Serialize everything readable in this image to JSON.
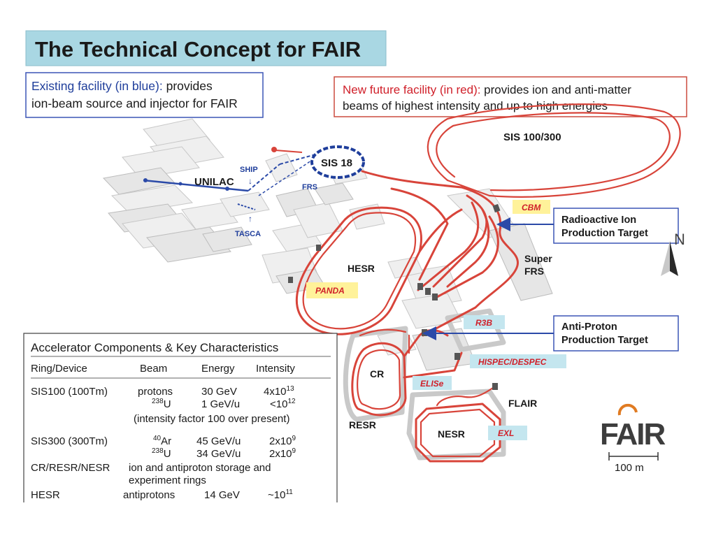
{
  "title": "The Technical Concept for FAIR",
  "existing": {
    "highlight": "Existing facility (in blue):",
    "rest1": " provides",
    "line2": "ion-beam source and injector for FAIR"
  },
  "future": {
    "highlight": "New future facility (in red):",
    "rest1": " provides ion and anti-matter",
    "line2": "beams of highest intensity and up to high energies"
  },
  "labels": {
    "sis100": "SIS 100/300",
    "sis18": "SIS 18",
    "unilac": "UNILAC",
    "ship": "SHIP",
    "tasca": "TASCA",
    "frs": "FRS",
    "hesr": "HESR",
    "super_frs_1": "Super",
    "super_frs_2": "FRS",
    "cr": "CR",
    "resr": "RESR",
    "nesr": "NESR",
    "flair": "FLAIR",
    "north": "N",
    "scale": "100 m",
    "logo": "FAIR"
  },
  "tags": {
    "cbm": "CBM",
    "panda": "PANDA",
    "r3b": "R3B",
    "hispec": "HISPEC/DESPEC",
    "elise": "ELISe",
    "exl": "EXL"
  },
  "callouts": {
    "radioactive_1": "Radioactive Ion",
    "radioactive_2": "Production Target",
    "antiproton_1": "Anti-Proton",
    "antiproton_2": "Production Target"
  },
  "table": {
    "title": "Accelerator Components & Key Characteristics",
    "headers": [
      "Ring/Device",
      "Beam",
      "Energy",
      "Intensity"
    ],
    "sis100": {
      "name": "SIS100 (100Tm)",
      "beam1": "protons",
      "energy1": "30 GeV",
      "int1_base": "4x10",
      "int1_exp": "13",
      "beam2_sup": "238",
      "beam2": "U",
      "energy2": "1 GeV/u",
      "int2_base": "<10",
      "int2_exp": "12",
      "note": "(intensity factor 100 over present)"
    },
    "sis300": {
      "name": "SIS300 (300Tm)",
      "beam1_sup": "40",
      "beam1": "Ar",
      "energy1": "45 GeV/u",
      "int1_base": "2x10",
      "int1_exp": "9",
      "beam2_sup": "238",
      "beam2": "U",
      "energy2": "34 GeV/u",
      "int2_base": "2x10",
      "int2_exp": "9"
    },
    "cr": {
      "name": "CR/RESR/NESR",
      "desc1": "ion and antiproton storage and",
      "desc2": "experiment rings"
    },
    "hesr": {
      "name": "HESR",
      "beam": "antiprotons",
      "energy": "14 GeV",
      "int_base": "~10",
      "int_exp": "11"
    }
  },
  "colors": {
    "title_bg": "#a9d7e3",
    "blue": "#1f3e9b",
    "red": "#d0202a",
    "yellow_tag": "#fff29a",
    "cyan_tag": "#c4e6ef",
    "logo_orange": "#e07b22"
  }
}
